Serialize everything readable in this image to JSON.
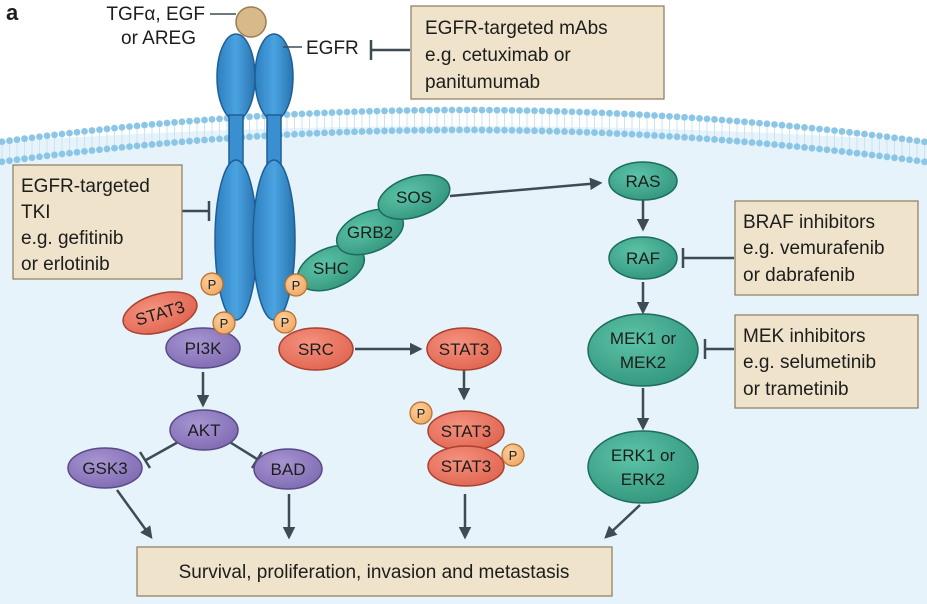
{
  "panel_label": "a",
  "ligand": {
    "line1": "TGFα, EGF",
    "line2": "or AREG"
  },
  "receptor_label": "EGFR",
  "drug_boxes": {
    "mabs": {
      "line1": "EGFR-targeted mAbs",
      "line2": "e.g. cetuximab or",
      "line3": "panitumumab"
    },
    "tki": {
      "line1": "EGFR-targeted",
      "line2": "TKI",
      "line3": "e.g. gefitinib",
      "line4": "or erlotinib"
    },
    "braf": {
      "line1": "BRAF inhibitors",
      "line2": "e.g. vemurafenib",
      "line3": "or dabrafenib"
    },
    "mek": {
      "line1": "MEK inhibitors",
      "line2": "e.g. selumetinib",
      "line3": "or trametinib"
    }
  },
  "nodes": {
    "sos": "SOS",
    "grb2": "GRB2",
    "shc": "SHC",
    "stat3_receptor": "STAT3",
    "pi3k": "PI3K",
    "src": "SRC",
    "stat3_cyto": "STAT3",
    "stat3_dimer_top": "STAT3",
    "stat3_dimer_bottom": "STAT3",
    "akt": "AKT",
    "gsk3": "GSK3",
    "bad": "BAD",
    "ras": "RAS",
    "raf": "RAF",
    "mek": {
      "line1": "MEK1 or",
      "line2": "MEK2"
    },
    "erk": {
      "line1": "ERK1 or",
      "line2": "ERK2"
    }
  },
  "phospho_label": "P",
  "outcome": "Survival, proliferation, invasion and metastasis",
  "colors": {
    "receptor": "#3a8fd0",
    "receptor_dark": "#1f5f96",
    "green_node": "#3aa58e",
    "green_dark": "#1c6d5c",
    "red_node": "#e8735f",
    "red_dark": "#a8412f",
    "purple_node": "#8f7ac0",
    "purple_dark": "#5a4a86",
    "phospho": "#f5b36e",
    "box_fill": "#efe3cc",
    "ligand": "#d8b98a",
    "membrane": "#a5d3ec",
    "arrow": "#3d4b55"
  }
}
